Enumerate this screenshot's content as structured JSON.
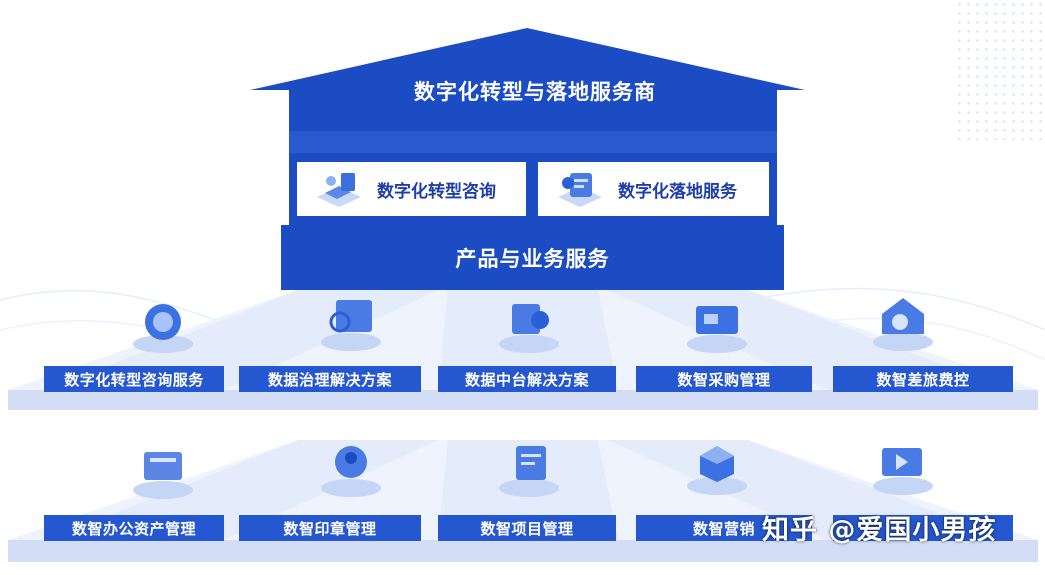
{
  "top": {
    "title": "数字化转型与落地服务商",
    "box_left": "数字化转型咨询",
    "box_right": "数字化落地服务",
    "base": "产品与业务服务"
  },
  "row1": [
    {
      "label": "数字化转型咨询服务",
      "icon": "consulting-icon"
    },
    {
      "label": "数据治理解决方案",
      "icon": "data-governance-icon"
    },
    {
      "label": "数据中台解决方案",
      "icon": "data-platform-icon"
    },
    {
      "label": "数智采购管理",
      "icon": "procurement-icon"
    },
    {
      "label": "数智差旅费控",
      "icon": "travel-expense-icon"
    }
  ],
  "row2": [
    {
      "label": "数智办公资产管理",
      "icon": "office-asset-icon"
    },
    {
      "label": "数智印章管理",
      "icon": "seal-icon"
    },
    {
      "label": "数智项目管理",
      "icon": "project-icon"
    },
    {
      "label": "数智营销",
      "icon": "marketing-icon"
    },
    {
      "label": "",
      "icon": "video-icon"
    }
  ],
  "watermark": "知乎 @爱国小男孩",
  "colors": {
    "primary": "#1c4cc4",
    "label_bg": "#2557d0",
    "slab": "#d7e2f8"
  }
}
